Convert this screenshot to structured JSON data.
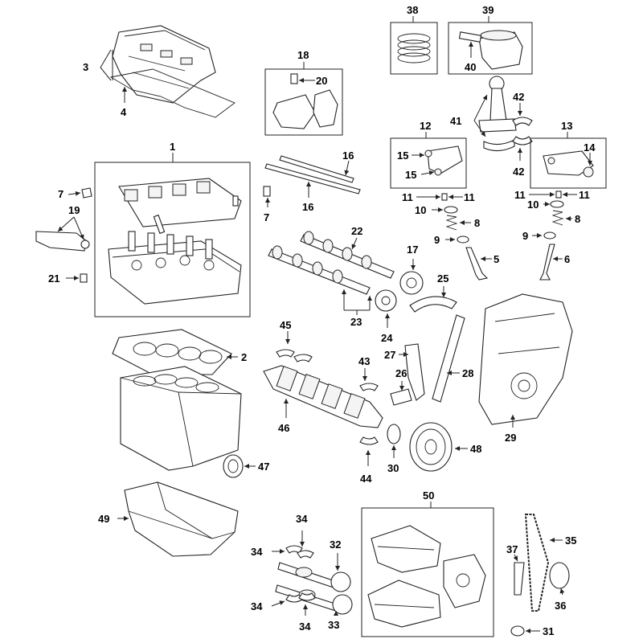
{
  "diagram": {
    "background": "#ffffff",
    "ink": "#222222",
    "callouts": [
      "1",
      "2",
      "3",
      "4",
      "5",
      "6",
      "7",
      "7",
      "8",
      "8",
      "9",
      "9",
      "10",
      "10",
      "11",
      "11",
      "11",
      "11",
      "12",
      "13",
      "14",
      "15",
      "15",
      "16",
      "16",
      "17",
      "18",
      "19",
      "20",
      "21",
      "22",
      "23",
      "24",
      "25",
      "26",
      "27",
      "28",
      "29",
      "30",
      "31",
      "32",
      "33",
      "34",
      "34",
      "34",
      "34",
      "35",
      "36",
      "37",
      "38",
      "39",
      "40",
      "41",
      "42",
      "42",
      "43",
      "44",
      "45",
      "46",
      "47",
      "48",
      "49",
      "50"
    ]
  }
}
